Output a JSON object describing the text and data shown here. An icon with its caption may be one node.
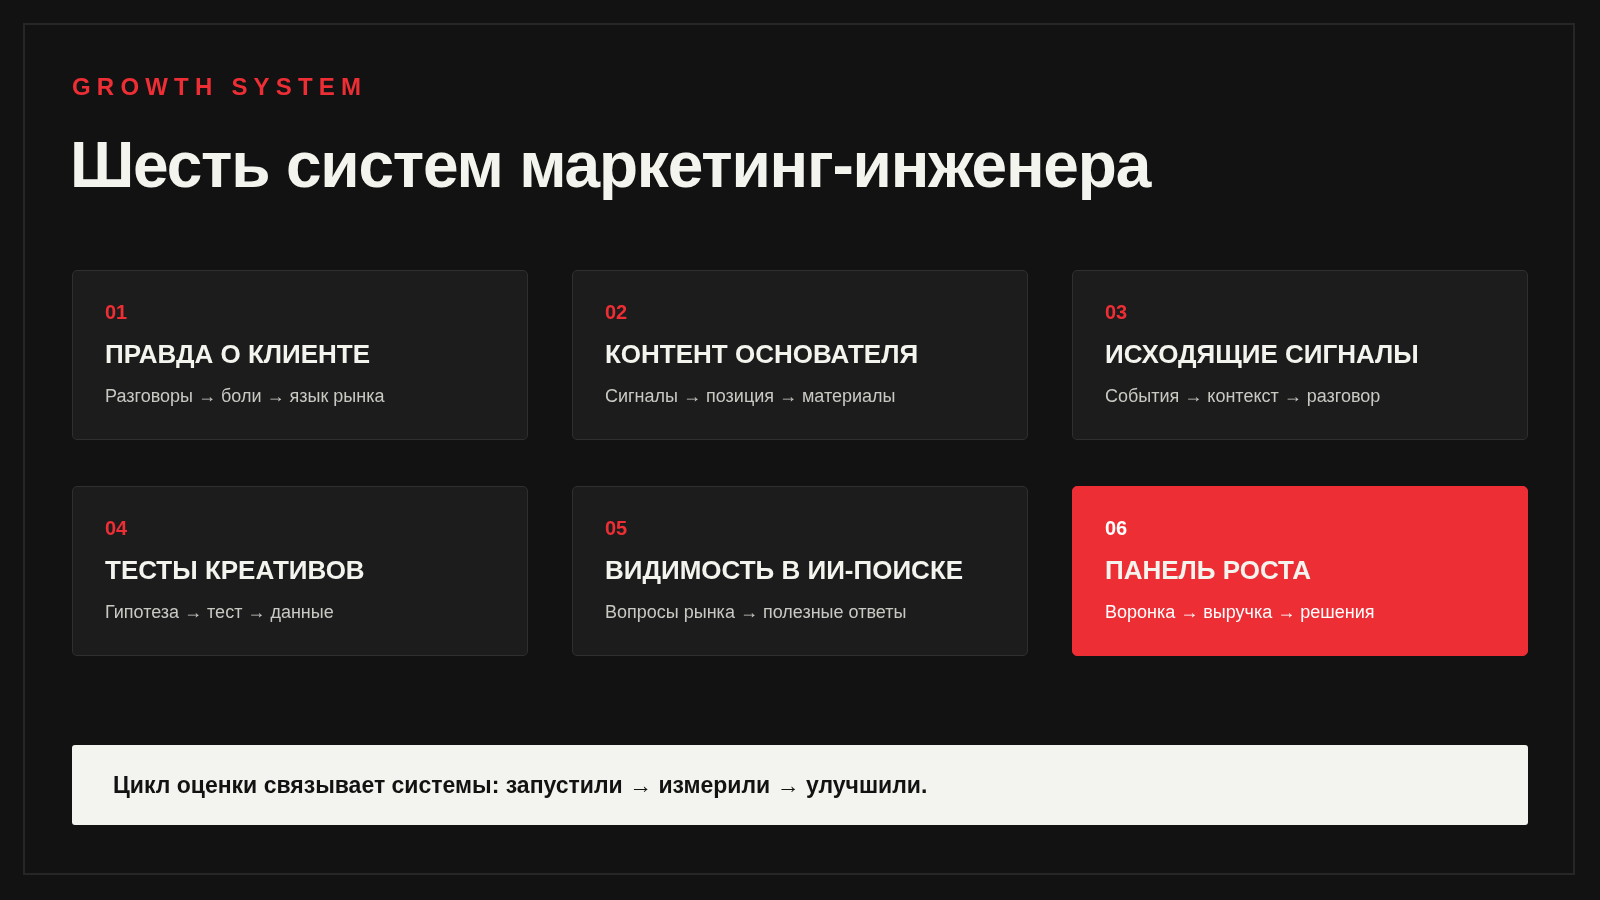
{
  "diagram": {
    "title": "Шесть систем маркетинг-инженера",
    "nodes": [
      {
        "text": [
          "01",
          "ПРАВДА О КЛИЕНТЕ",
          "Разговоры → боли → язык рынка"
        ]
      },
      {
        "text": [
          "02",
          "КОНТЕНТ ОСНОВАТЕЛЯ",
          "Сигналы → позиция → материалы"
        ]
      },
      {
        "text": [
          "03",
          "ИСХОДЯЩИЕ СИГНАЛЫ",
          "События → контекст → разговор"
        ]
      },
      {
        "text": [
          "04",
          "ТЕСТЫ КРЕАТИВОВ",
          "Гипотеза → тест → данные"
        ]
      },
      {
        "text": [
          "05",
          "ВИДИМОСТЬ В ИИ-ПОИСКЕ",
          "Вопросы рынка → полезные ответы"
        ]
      },
      {
        "text": [
          "06",
          "ПАНЕЛЬ РОСТА",
          "Воронка → выручка → решения"
        ]
      },
      {
        "text": [
          "Цикл оценки связывает системы: запустили → измерили → улучшили."
        ]
      }
    ],
    "labels": [
      "GROWTH SYSTEM"
    ]
  }
}
